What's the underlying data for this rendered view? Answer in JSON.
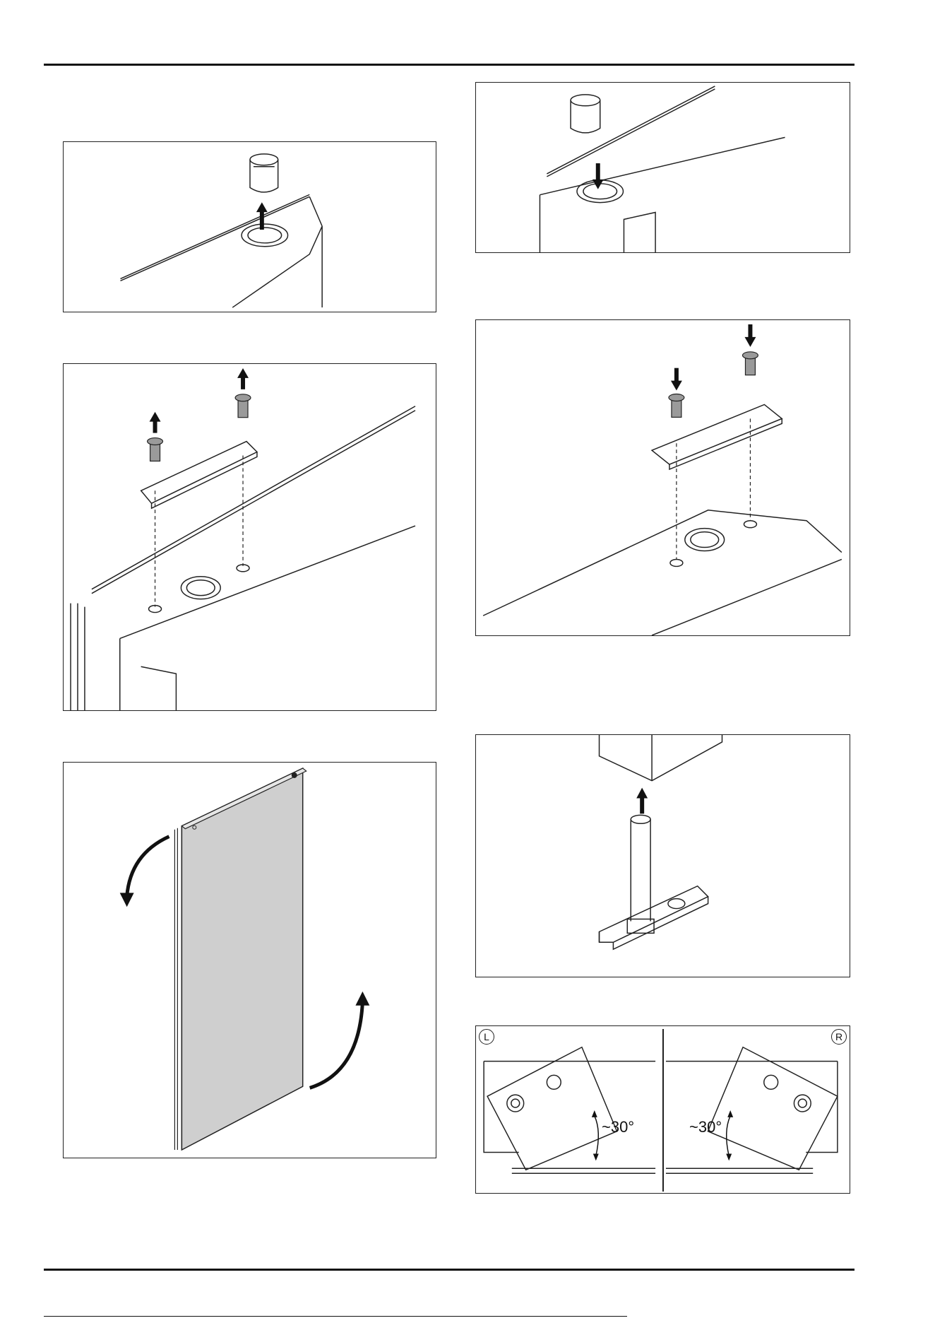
{
  "document": {
    "figures": [
      {
        "id": "remove-bushing",
        "icon": "bushing-removal-illustration"
      },
      {
        "id": "insert-bushing",
        "icon": "bushing-insertion-illustration"
      },
      {
        "id": "remove-hinge-plate",
        "icon": "hinge-plate-removal-illustration"
      },
      {
        "id": "install-hinge-plate",
        "icon": "hinge-plate-install-illustration"
      },
      {
        "id": "rotate-door",
        "icon": "door-rotation-illustration"
      },
      {
        "id": "remove-hinge-pin",
        "icon": "hinge-pin-removal-illustration"
      },
      {
        "id": "hinge-angle-adjust",
        "icon": "hinge-angle-illustration"
      }
    ],
    "angle_figure": {
      "left_badge": "L",
      "right_badge": "R",
      "left_angle": "~30°",
      "right_angle": "~30°"
    },
    "colors": {
      "line": "#222222",
      "door_fill": "#cfcfcf",
      "screw_fill": "#9a9a9a"
    }
  }
}
